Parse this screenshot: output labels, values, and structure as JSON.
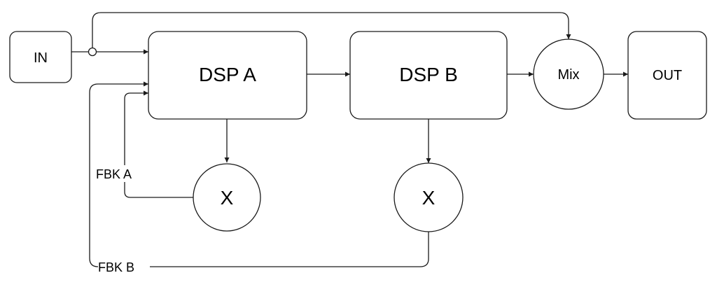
{
  "nodes": {
    "in": "IN",
    "dsp_a": "DSP A",
    "dsp_b": "DSP B",
    "mix": "Mix",
    "out": "OUT",
    "mult_a": "X",
    "mult_b": "X"
  },
  "labels": {
    "fbk_a": "FBK A",
    "fbk_b": "FBK B"
  },
  "colors": {
    "stroke": "#1a1a1a",
    "background": "#ffffff"
  }
}
